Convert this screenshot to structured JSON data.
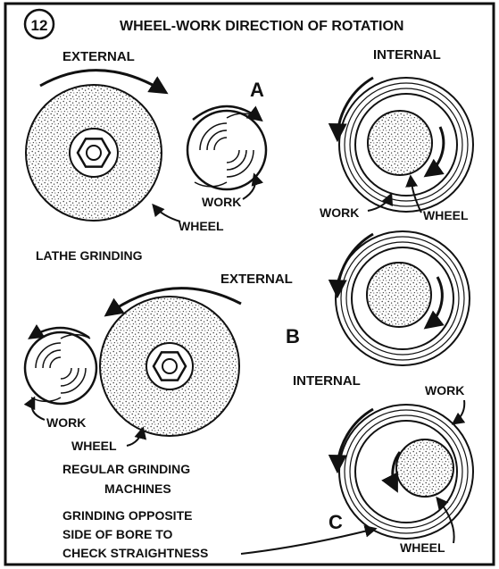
{
  "figure": {
    "number": "12",
    "title": "WHEEL-WORK DIRECTION OF ROTATION"
  },
  "section_a": {
    "letter": "A",
    "external_label": "EXTERNAL",
    "internal_label": "INTERNAL",
    "wheel_label": "WHEEL",
    "work_label": "WORK",
    "internal_work_label": "WORK",
    "internal_wheel_label": "WHEEL",
    "caption": "LATHE GRINDING"
  },
  "section_b": {
    "letter": "B",
    "external_label": "EXTERNAL",
    "internal_label": "INTERNAL",
    "work_label": "WORK",
    "wheel_label": "WHEEL",
    "caption_line1": "REGULAR GRINDING",
    "caption_line2": "MACHINES"
  },
  "section_c": {
    "letter": "C",
    "work_label": "WORK",
    "wheel_label": "WHEEL",
    "caption_line1": "GRINDING OPPOSITE",
    "caption_line2": "SIDE OF BORE TO",
    "caption_line3": "CHECK STRAIGHTNESS"
  },
  "colors": {
    "ink": "#111111",
    "paper": "#ffffff",
    "stipple": "#3a3a3a"
  }
}
